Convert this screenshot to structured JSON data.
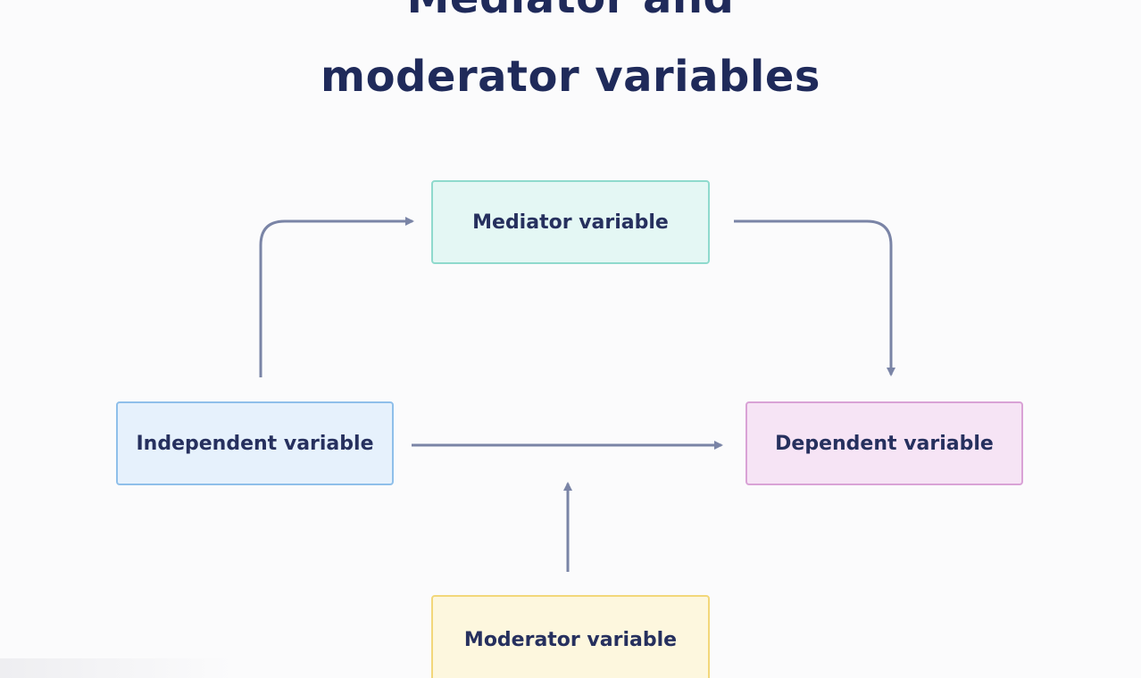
{
  "title": {
    "line1": "Mediator and",
    "line2": "moderator variables"
  },
  "nodes": {
    "mediator": "Mediator variable",
    "independent": "Independent variable",
    "dependent": "Dependent variable",
    "moderator": "Moderator variable"
  },
  "colors": {
    "text": "#1f2a5a",
    "arrow": "#7a84a6",
    "mediator_fill": "#e4f7f4",
    "independent_fill": "#e6f1fc",
    "dependent_fill": "#f6e4f5",
    "moderator_fill": "#fdf7de"
  }
}
